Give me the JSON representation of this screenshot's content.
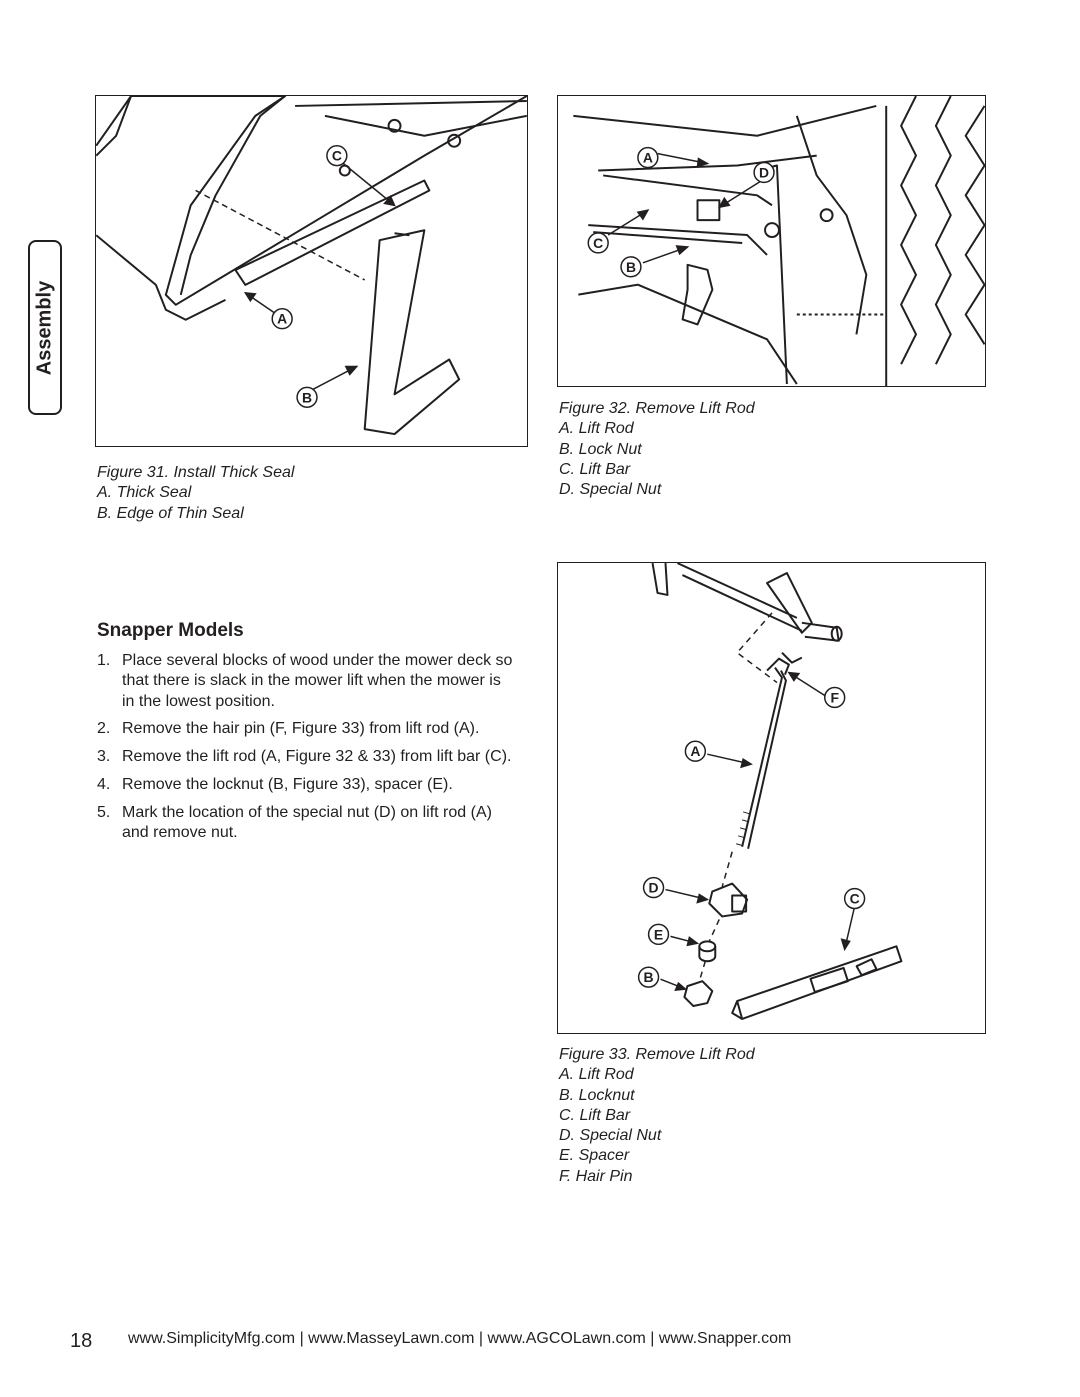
{
  "side_tab": {
    "label": "Assembly"
  },
  "figure31": {
    "title": "Figure 31.  Install Thick Seal",
    "items": [
      "A.  Thick Seal",
      "B.  Edge of Thin Seal"
    ],
    "callouts": {
      "a": "A",
      "b": "B",
      "c": "C"
    }
  },
  "figure32": {
    "title": "Figure 32.  Remove Lift Rod",
    "items": [
      "A.  Lift Rod",
      "B.  Lock Nut",
      "C.  Lift Bar",
      "D.  Special Nut"
    ],
    "callouts": {
      "a": "A",
      "b": "B",
      "c": "C",
      "d": "D"
    }
  },
  "figure33": {
    "title": "Figure 33.  Remove Lift Rod",
    "items": [
      "A.  Lift Rod",
      "B.  Locknut",
      "C.  Lift Bar",
      "D.  Special Nut",
      "E.  Spacer",
      "F.  Hair Pin"
    ],
    "callouts": {
      "a": "A",
      "b": "B",
      "c": "C",
      "d": "D",
      "e": "E",
      "f": "F"
    }
  },
  "section": {
    "title": "Snapper Models",
    "steps": [
      {
        "num": "1.",
        "text": "Place several blocks of wood under the mower deck so that there is slack in the mower lift when the mower is in the lowest position."
      },
      {
        "num": "2.",
        "text": "Remove the hair pin (F, Figure 33) from lift rod (A)."
      },
      {
        "num": "3.",
        "text": "Remove the lift rod (A, Figure 32 & 33) from lift bar (C)."
      },
      {
        "num": "4.",
        "text": "Remove the locknut (B, Figure 33), spacer (E)."
      },
      {
        "num": "5.",
        "text": "Mark the location of the special nut (D) on lift rod (A) and remove nut."
      }
    ]
  },
  "footer": {
    "page_number": "18",
    "links": "www.SimplicityMfg.com | www.MasseyLawn.com | www.AGCOLawn.com | www.Snapper.com"
  }
}
